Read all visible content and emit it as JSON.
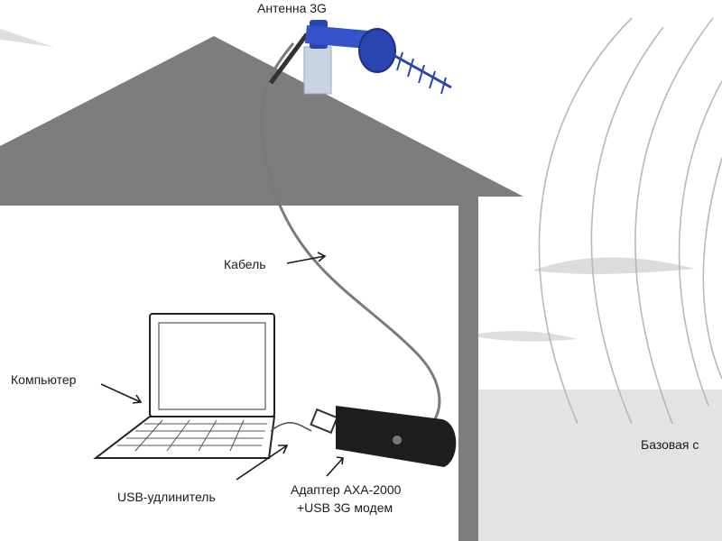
{
  "labels": {
    "antenna": "Антенна 3G",
    "cable": "Кабель",
    "computer": "Компьютер",
    "usb_extender": "USB-удлинитель",
    "adapter_line1": "Адаптер AXA-2000",
    "adapter_line2": "+USB 3G модем",
    "base_station": "Базовая с"
  },
  "colors": {
    "house": "#7d7d7d",
    "ground": "#e3e3e3",
    "antenna": "#2a44b0",
    "modem": "#1e1e1e",
    "waves": "#b8b8b8"
  }
}
